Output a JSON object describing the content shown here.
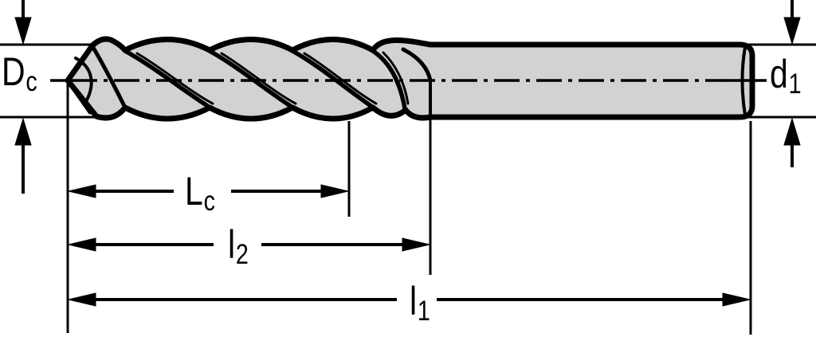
{
  "drawing": {
    "type": "twist-drill-dimension-diagram",
    "labels": {
      "cutting_diameter": {
        "main": "D",
        "sub": "c"
      },
      "shank_diameter": {
        "main": "d",
        "sub": "1"
      },
      "flute_length": {
        "main": "L",
        "sub": "c"
      },
      "length_l2": {
        "main": "l",
        "sub": "2"
      },
      "overall_length": {
        "main": "l",
        "sub": "1"
      }
    },
    "colors": {
      "line": "#000000",
      "body_fill": "#d2d2d3",
      "background": "#ffffff"
    }
  }
}
